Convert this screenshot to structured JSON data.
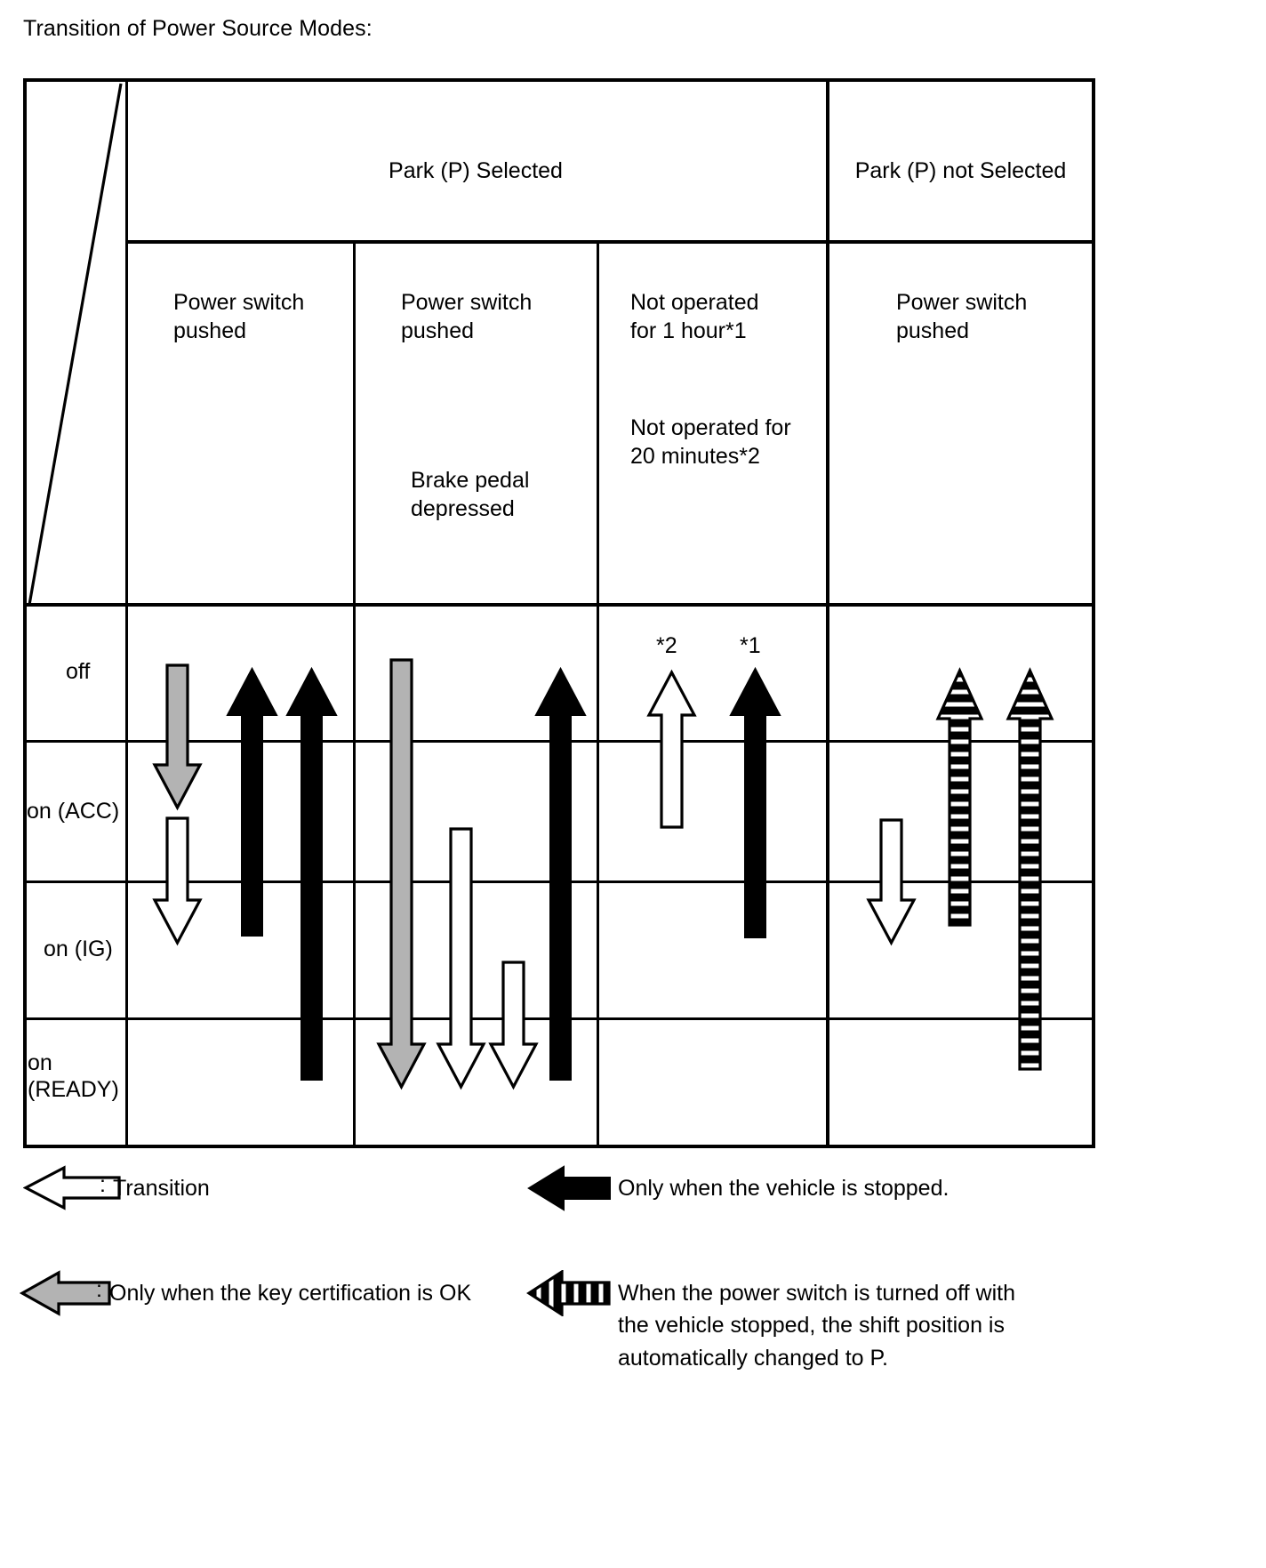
{
  "title": "Transition of Power Source Modes:",
  "table": {
    "column_groups": [
      {
        "label": "Park (P) Selected",
        "span": 3
      },
      {
        "label": "Park (P) not Selected",
        "span": 1
      }
    ],
    "columns": [
      {
        "id": "col1",
        "lines": [
          "Power switch",
          "pushed"
        ],
        "extra": []
      },
      {
        "id": "col2",
        "lines": [
          "Power switch",
          "pushed"
        ],
        "extra": [
          "Brake pedal",
          "depressed"
        ]
      },
      {
        "id": "col3",
        "lines": [
          "Not operated",
          "for 1 hour*1"
        ],
        "extra": [
          "Not operated for",
          "20 minutes*2"
        ]
      },
      {
        "id": "col4",
        "lines": [
          "Power switch",
          "pushed"
        ],
        "extra": []
      }
    ],
    "rows": [
      {
        "id": "off",
        "label": "off"
      },
      {
        "id": "acc",
        "label": "on (ACC)"
      },
      {
        "id": "ig",
        "label": "on (IG)"
      },
      {
        "id": "ready",
        "label": "on\n(READY)"
      }
    ],
    "annotations": [
      {
        "id": "star2",
        "text": "*2"
      },
      {
        "id": "star1",
        "text": "*1"
      }
    ]
  },
  "arrows": [
    {
      "id": "a1",
      "column": "col1",
      "style": "gray",
      "direction": "down",
      "from": "off",
      "to": "acc"
    },
    {
      "id": "a2",
      "column": "col1",
      "style": "hollow",
      "direction": "down",
      "from": "acc",
      "to": "ig"
    },
    {
      "id": "a3",
      "column": "col1",
      "style": "black",
      "direction": "up",
      "from": "ig",
      "to": "off"
    },
    {
      "id": "a4",
      "column": "col1",
      "style": "black",
      "direction": "up",
      "from": "ready",
      "to": "off"
    },
    {
      "id": "a5",
      "column": "col2",
      "style": "gray",
      "direction": "down",
      "from": "off",
      "to": "ready"
    },
    {
      "id": "a6",
      "column": "col2",
      "style": "hollow",
      "direction": "down",
      "from": "acc",
      "to": "ready"
    },
    {
      "id": "a7",
      "column": "col2",
      "style": "hollow",
      "direction": "down",
      "from": "ig",
      "to": "ready"
    },
    {
      "id": "a8",
      "column": "col2",
      "style": "black",
      "direction": "up",
      "from": "ready",
      "to": "off"
    },
    {
      "id": "a9",
      "column": "col3",
      "style": "hollow",
      "direction": "up",
      "from": "acc",
      "to": "off"
    },
    {
      "id": "a10",
      "column": "col3",
      "style": "black",
      "direction": "up",
      "from": "ig",
      "to": "off"
    },
    {
      "id": "a11",
      "column": "col4",
      "style": "hollow",
      "direction": "down",
      "from": "acc",
      "to": "ig"
    },
    {
      "id": "a12",
      "column": "col4",
      "style": "striped",
      "direction": "up",
      "from": "ig",
      "to": "off"
    },
    {
      "id": "a13",
      "column": "col4",
      "style": "striped",
      "direction": "up",
      "from": "ready",
      "to": "off"
    }
  ],
  "legend": {
    "items": [
      {
        "id": "transition",
        "style": "hollow",
        "colon": ":",
        "text": "Transition"
      },
      {
        "id": "vehicle-stop",
        "style": "black",
        "colon": ":",
        "text": "Only when the vehicle is stopped."
      },
      {
        "id": "key-cert",
        "style": "gray",
        "colon": ":",
        "text": "Only when the key certification is OK"
      },
      {
        "id": "auto-park",
        "style": "striped",
        "colon": ":",
        "text": "When the power switch is turned off with\nthe vehicle stopped, the shift position is\nautomatically changed to P."
      }
    ]
  },
  "colors": {
    "line": "#000000",
    "gray_fill": "#b3b3b3",
    "white_fill": "#ffffff",
    "black_fill": "#000000",
    "background": "#ffffff"
  }
}
